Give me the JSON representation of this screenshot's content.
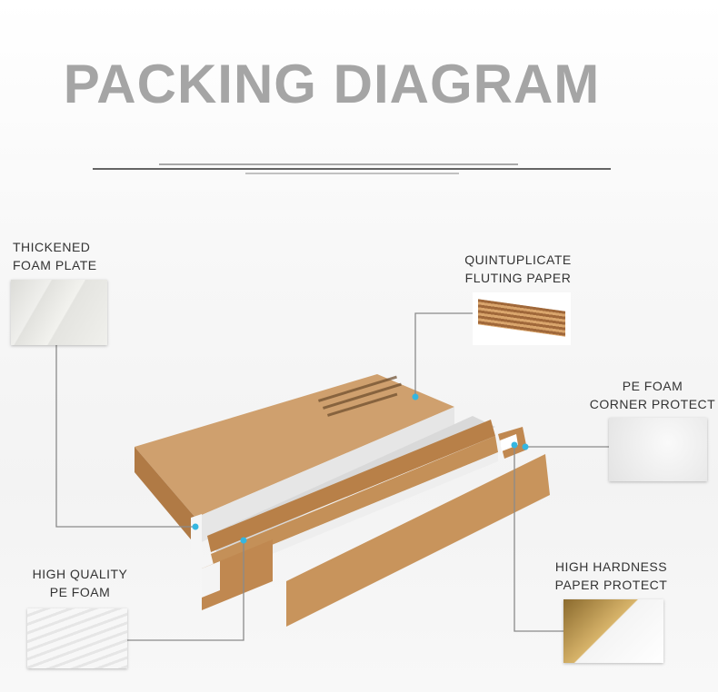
{
  "title": "PACKING DIAGRAM",
  "labels": {
    "foam_plate": [
      "THICKENED",
      "FOAM PLATE"
    ],
    "fluting": [
      "QUINTUPLICATE",
      "FLUTING PAPER"
    ],
    "corner": [
      "PE FOAM",
      "CORNER PROTECT"
    ],
    "hardness": [
      "HIGH HARDNESS",
      "PAPER PROTECT"
    ],
    "pe_foam": [
      "HIGH QUALITY",
      "PE FOAM"
    ]
  },
  "colors": {
    "title": "#a5a5a5",
    "kraft": "#c8945c",
    "leader": "#8a8a8a",
    "dot": "#35b6e0"
  }
}
